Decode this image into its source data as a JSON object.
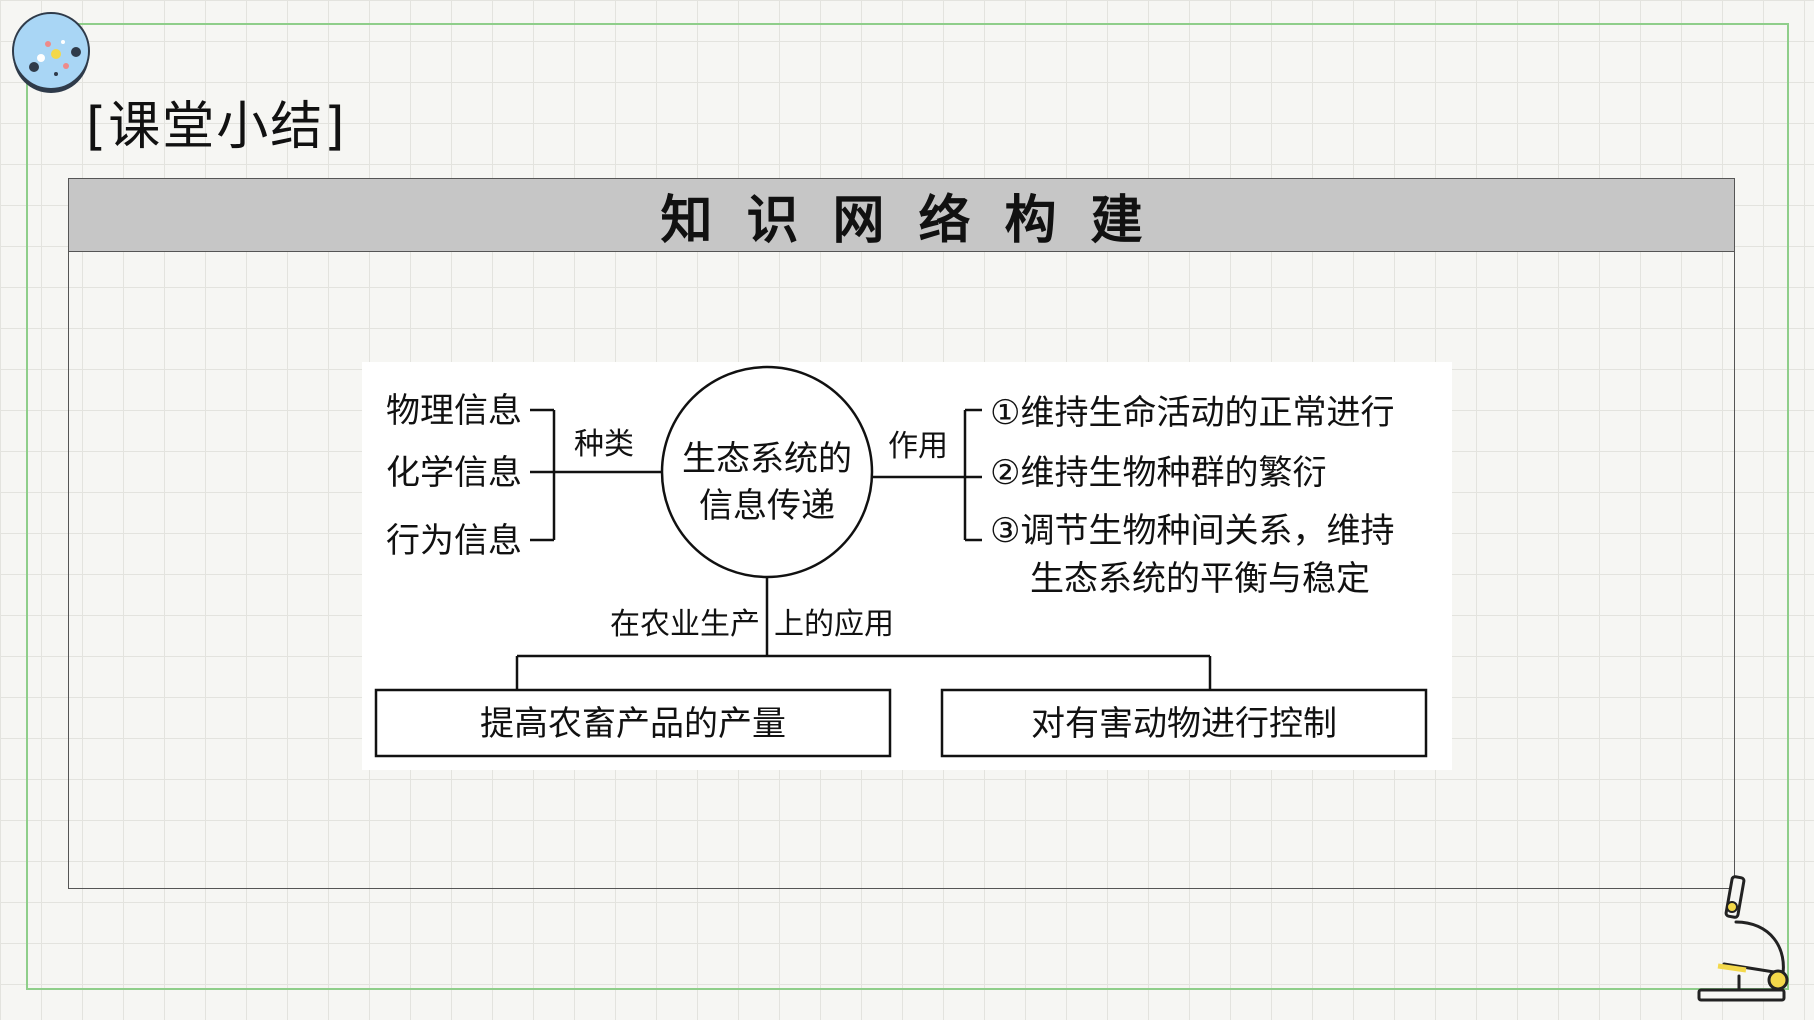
{
  "section_title": "[课堂小结]",
  "header": {
    "title": "知识网络构建"
  },
  "diagram": {
    "center": {
      "line1": "生态系统的",
      "line2": "信息传递"
    },
    "types_label": "种类",
    "types": [
      "物理信息",
      "化学信息",
      "行为信息"
    ],
    "functions_label": "作用",
    "functions": [
      {
        "line1": "①维持生命活动的正常进行"
      },
      {
        "line1": "②维持生物种群的繁衍"
      },
      {
        "line1": "③调节生物种间关系，维持",
        "line2": "生态系统的平衡与稳定"
      }
    ],
    "application_label_left": "在农业生产",
    "application_label_right": "上的应用",
    "applications": [
      "提高农畜产品的产量",
      "对有害动物进行控制"
    ]
  },
  "colors": {
    "frame": "#8fce8a",
    "header_bg": "#c6c6c6",
    "badge": "#a9d6f5"
  },
  "icons": [
    "decorative-badge-icon",
    "microscope-icon"
  ]
}
